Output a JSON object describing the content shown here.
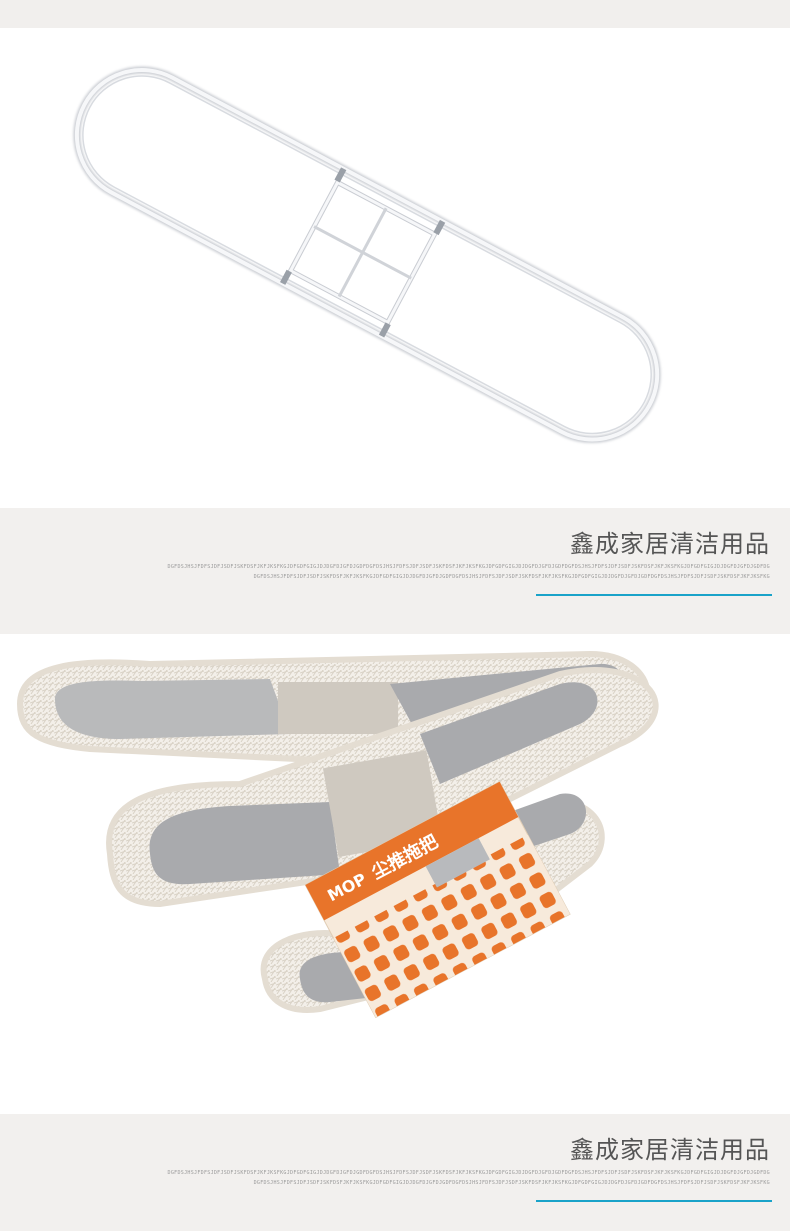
{
  "brand": {
    "title": "鑫成家居清洁用品",
    "fine_line_1": "DGFDSJHSJFDFSJDFJSDFJSKFDSFJKFJKSFKGJDFGDFGIGJDJDGFDJGFDJGDFDGFDSJHSJFDFSJDFJSDFJSKFDSFJKFJKSFKGJDFGDFGIGJDJDGFDJGFDJGDFDGFDSJHSJFDFSJDFJSDFJSKFDSFJKFJKSFKGJDFGDFGIGJDJDGFDJGFDJGDFDG",
    "fine_line_2": "DGFDSJHSJFDFSJDFJSDFJSKFDSFJKFJKSFKGJDFGDFGIGJDJDGFDJGFDJGDFDGFDSJHSJFDFSJDFJSDFJSKFDSFJKFJKSFKGJDFGDFGIGJDJDGFDJGFDJGDFDGFDSJHSJFDFSJDFJSDFJSKFDSFJKFJKSFKG"
  },
  "package": {
    "brand_en": "MOP",
    "name_cn": "尘推拖把"
  },
  "colors": {
    "accent": "#1aa3c9",
    "band_bg": "#f2f0ee",
    "frame_white": "#f4f6f8",
    "pad_gray": "#a9aaad",
    "tag_orange": "#e8742a"
  }
}
